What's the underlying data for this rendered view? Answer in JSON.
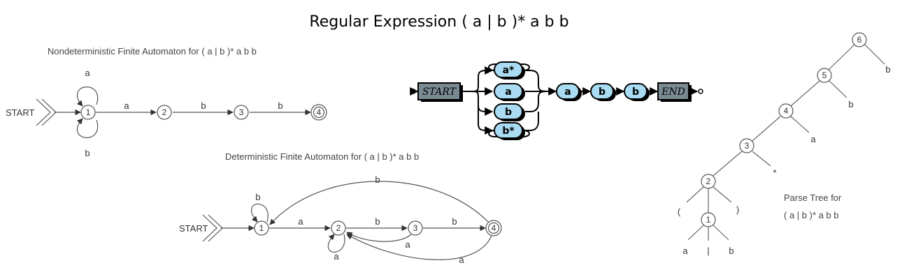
{
  "title": "Regular Expression ( a | b )* a b b",
  "nfa": {
    "caption": "Nondeterministic Finite Automaton for  ( a | b )* a b b",
    "start_label": "START",
    "states": [
      "1",
      "2",
      "3",
      "4"
    ],
    "edge_labels": {
      "loop_top": "a",
      "loop_bottom": "b",
      "e12": "a",
      "e23": "b",
      "e34": "b"
    }
  },
  "dfa": {
    "caption": "Deterministic Finite Automaton for  ( a | b )* a b b",
    "start_label": "START",
    "states": [
      "1",
      "2",
      "3",
      "4"
    ],
    "edge_labels": {
      "loop1": "b",
      "e12": "a",
      "loop2": "a",
      "e23": "b",
      "e32": "a",
      "e34": "b",
      "e42": "a",
      "e41": "b"
    }
  },
  "railroad": {
    "start": "START",
    "end": "END",
    "terms": [
      "a*",
      "a",
      "b",
      "b*",
      "a",
      "b",
      "b"
    ]
  },
  "parse_tree": {
    "caption_line1": "Parse Tree for",
    "caption_line2": "( a | b )* a b b",
    "nodes": [
      "6",
      "5",
      "4",
      "3",
      "2",
      "1"
    ],
    "leaves": [
      "b",
      "b",
      "a",
      "*",
      "(",
      ")",
      "a",
      "|",
      "b"
    ]
  }
}
